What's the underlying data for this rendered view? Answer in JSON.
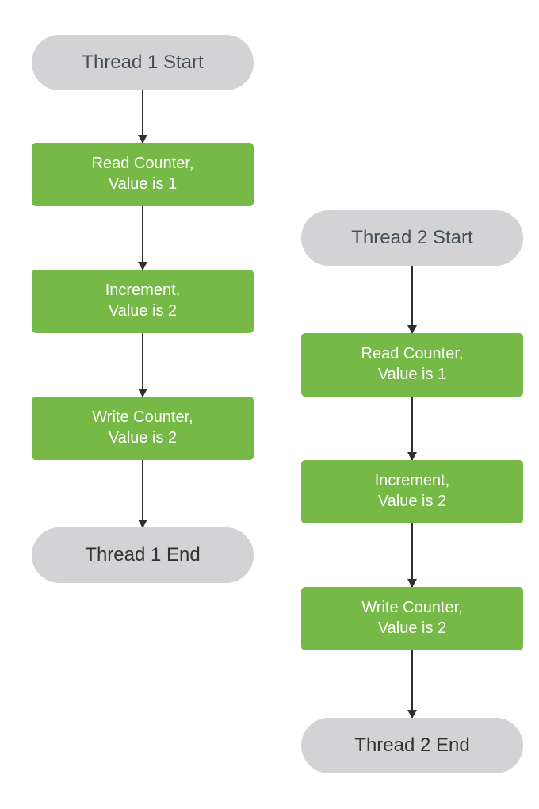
{
  "diagram": {
    "type": "flowchart",
    "orientation": "top-to-bottom",
    "background_color": "#ffffff",
    "colors": {
      "process_fill": "#76B947",
      "process_text": "#ffffff",
      "terminal_fill": "#D3D3D5",
      "terminal_start_text": "#454F5B",
      "terminal_end_text": "#333333",
      "connector": "#2f2f2f"
    },
    "lanes": [
      {
        "id": "thread-1",
        "name": "Thread 1",
        "nodes": [
          {
            "id": "t1-start",
            "shape": "terminal",
            "role": "start",
            "label": "Thread 1 Start"
          },
          {
            "id": "t1-read",
            "shape": "process",
            "role": "step",
            "label": "Read Counter,\nValue is 1"
          },
          {
            "id": "t1-inc",
            "shape": "process",
            "role": "step",
            "label": "Increment,\nValue is 2"
          },
          {
            "id": "t1-write",
            "shape": "process",
            "role": "step",
            "label": "Write Counter,\nValue is 2"
          },
          {
            "id": "t1-end",
            "shape": "terminal",
            "role": "end",
            "label": "Thread 1 End"
          }
        ]
      },
      {
        "id": "thread-2",
        "name": "Thread 2",
        "nodes": [
          {
            "id": "t2-start",
            "shape": "terminal",
            "role": "start",
            "label": "Thread 2 Start"
          },
          {
            "id": "t2-read",
            "shape": "process",
            "role": "step",
            "label": "Read Counter,\nValue is 1"
          },
          {
            "id": "t2-inc",
            "shape": "process",
            "role": "step",
            "label": "Increment,\nValue is 2"
          },
          {
            "id": "t2-write",
            "shape": "process",
            "role": "step",
            "label": "Write Counter,\nValue is 2"
          },
          {
            "id": "t2-end",
            "shape": "terminal",
            "role": "end",
            "label": "Thread 2 End"
          }
        ]
      }
    ]
  }
}
